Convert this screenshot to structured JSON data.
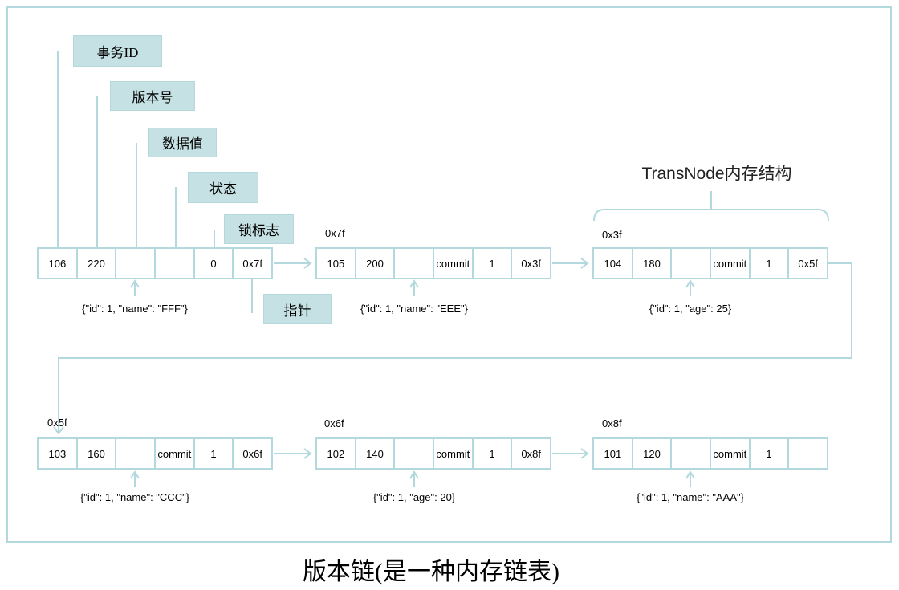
{
  "diagram": {
    "title": "版本链(是一种内存链表)",
    "struct_label": "TransNode内存结构",
    "field_labels": [
      "事务ID",
      "版本号",
      "数据值",
      "状态",
      "锁标志",
      "指针"
    ],
    "nodes": [
      {
        "address": "",
        "cells": [
          "106",
          "220",
          "",
          "",
          "0",
          "0x7f"
        ],
        "annotation": "{\"id\": 1, \"name\": \"FFF\"}"
      },
      {
        "address": "0x7f",
        "cells": [
          "105",
          "200",
          "",
          "commit",
          "1",
          "0x3f"
        ],
        "annotation": "{\"id\": 1, \"name\": \"EEE\"}"
      },
      {
        "address": "0x3f",
        "cells": [
          "104",
          "180",
          "",
          "commit",
          "1",
          "0x5f"
        ],
        "annotation": "{\"id\": 1, \"age\": 25}"
      },
      {
        "address": "0x5f",
        "cells": [
          "103",
          "160",
          "",
          "commit",
          "1",
          "0x6f"
        ],
        "annotation": "{\"id\": 1, \"name\": \"CCC\"}"
      },
      {
        "address": "0x6f",
        "cells": [
          "102",
          "140",
          "",
          "commit",
          "1",
          "0x8f"
        ],
        "annotation": "{\"id\": 1, \"age\": 20}"
      },
      {
        "address": "0x8f",
        "cells": [
          "101",
          "120",
          "",
          "commit",
          "1",
          ""
        ],
        "annotation": "{\"id\": 1, \"name\": \"AAA\"}"
      }
    ]
  },
  "colors": {
    "line": "#b3d8de",
    "label_fill": "#c5e1e3",
    "text": "#000000"
  }
}
